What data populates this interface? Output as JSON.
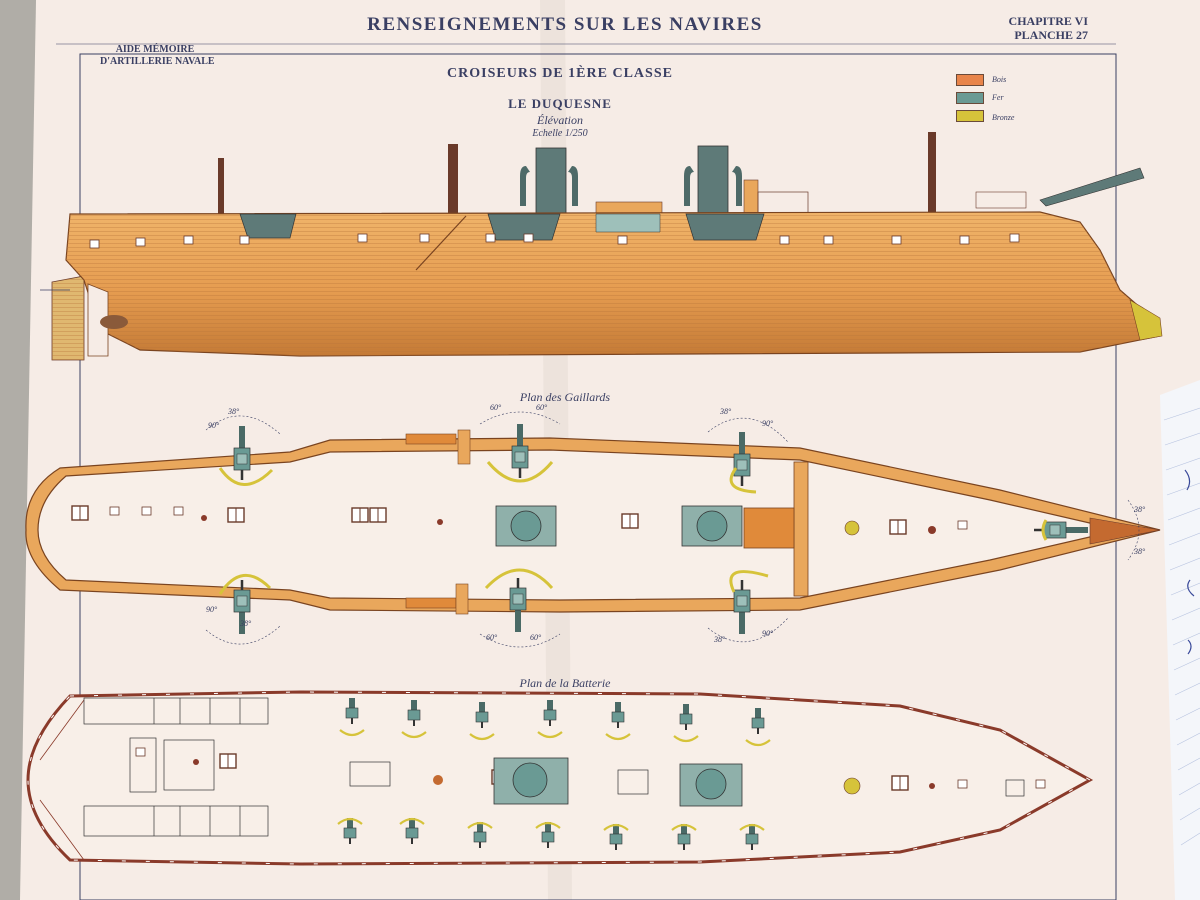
{
  "header": {
    "main_title": "RENSEIGNEMENTS SUR LES NAVIRES",
    "left_line1": "AIDE MÉMOIRE",
    "left_line2": "D'ARTILLERIE NAVALE",
    "right_line1": "CHAPITRE VI",
    "right_line2": "PLANCHE 27"
  },
  "ship": {
    "class_title": "CROISEURS DE 1ÈRE CLASSE",
    "name": "LE DUQUESNE",
    "view": "Élévation",
    "scale": "Echelle 1/250"
  },
  "legend": [
    {
      "label": "Bois",
      "color": "#e8844a"
    },
    {
      "label": "Fer",
      "color": "#6a9a94"
    },
    {
      "label": "Bronze",
      "color": "#d6c33a"
    }
  ],
  "plans": {
    "gaillards": "Plan des Gaillards",
    "batterie": "Plan de la Batterie"
  },
  "angles": {
    "a38": "38°",
    "a60": "60°",
    "a90": "90°"
  },
  "colors": {
    "paper": "#f6ece6",
    "hull": "#e9a75c",
    "hull_dark": "#b46a2a",
    "iron": "#6a9a94",
    "bronze": "#d6c33a",
    "ink": "#3a3f63"
  }
}
